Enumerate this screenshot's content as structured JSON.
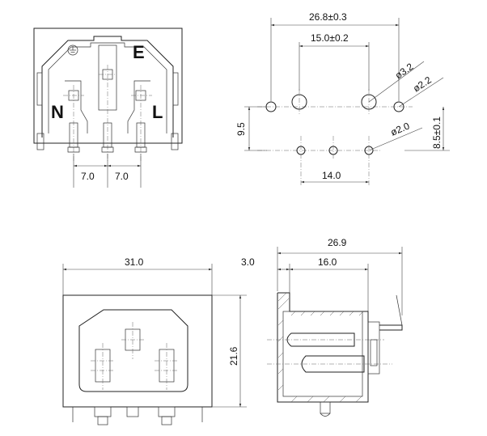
{
  "pin_labels": {
    "neutral": "N",
    "earth": "E",
    "line": "L"
  },
  "top_left_view": {
    "pitch_left": "7.0",
    "pitch_right": "7.0"
  },
  "top_right_view": {
    "overall_width": "26.8±0.3",
    "pin_span": "15.0±0.2",
    "large_hole": "ø3.2",
    "mount_hole": "ø2.2",
    "small_hole": "ø2.0",
    "row_spacing": "9.5",
    "edge_offset": "8.5±0.1",
    "bottom_span": "14.0"
  },
  "bottom_left_view": {
    "width": "31.0",
    "height": "21.6"
  },
  "bottom_right_view": {
    "flange": "3.0",
    "body_depth": "16.0",
    "overall_depth": "26.9"
  }
}
